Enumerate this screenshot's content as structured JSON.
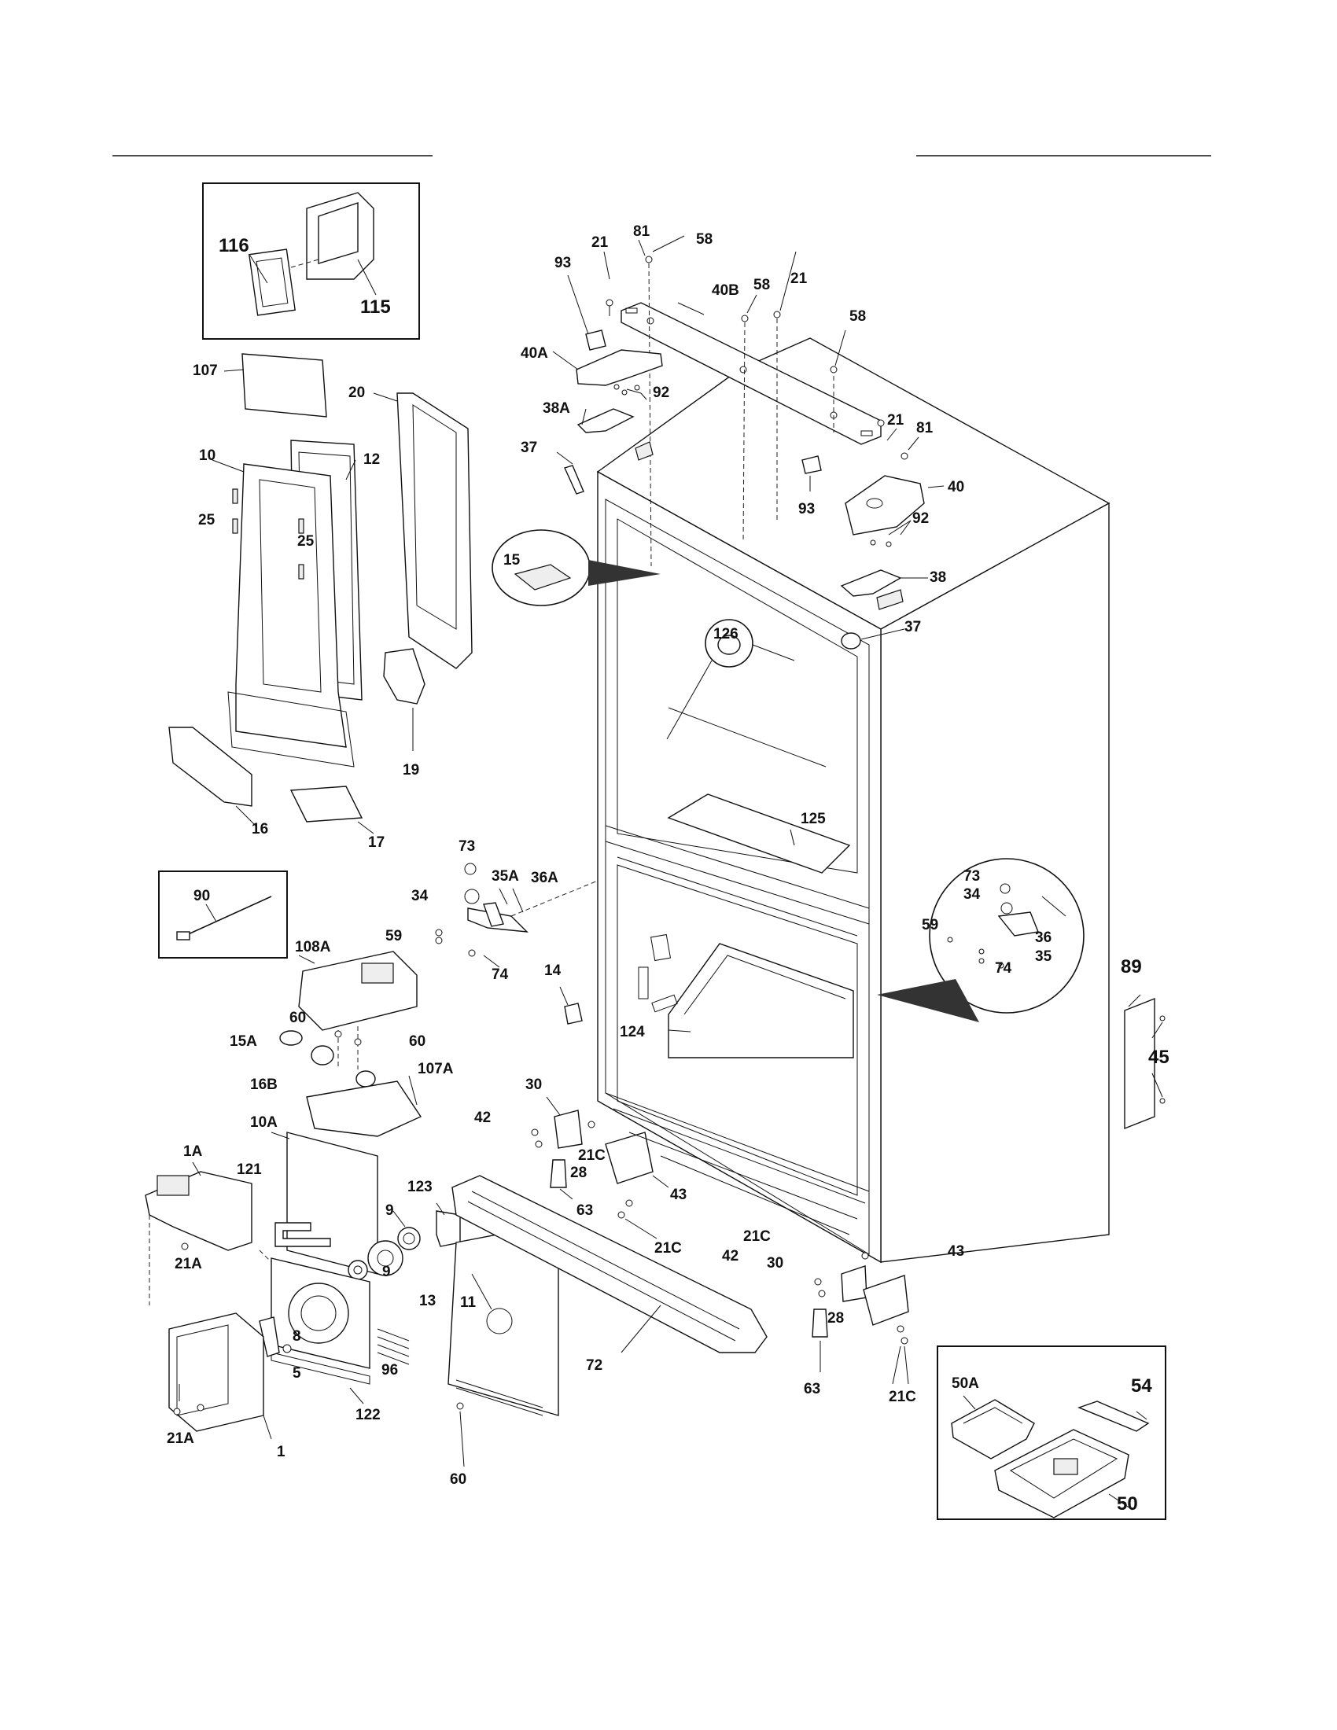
{
  "callouts": {
    "c116": "116",
    "c115": "115",
    "c107": "107",
    "c20": "20",
    "c10": "10",
    "c12": "12",
    "c25a": "25",
    "c25b": "25",
    "c19": "19",
    "c16": "16",
    "c17": "17",
    "c90": "90",
    "c108A": "108A",
    "c60a": "60",
    "c60b": "60",
    "c15A": "15A",
    "c16B": "16B",
    "c107A": "107A",
    "c1A": "1A",
    "c10A": "10A",
    "c121": "121",
    "c123": "123",
    "c9a": "9",
    "c9b": "9",
    "c13": "13",
    "c11": "11",
    "c21A_a": "21A",
    "c8": "8",
    "c5": "5",
    "c96": "96",
    "c122": "122",
    "c21A_b": "21A",
    "c1": "1",
    "c60c": "60",
    "c73a": "73",
    "c35A": "35A",
    "c36A": "36A",
    "c34a": "34",
    "c59a": "59",
    "c74a": "74",
    "c14": "14",
    "c30a": "30",
    "c42a": "42",
    "c21Ca": "21C",
    "c28a": "28",
    "c43a": "43",
    "c63a": "63",
    "c21Cb": "21C",
    "c72": "72",
    "c21a": "21",
    "c81a": "81",
    "c58a": "58",
    "c93a": "93",
    "c40B": "40B",
    "c58b": "58",
    "c21b": "21",
    "c40A": "40A",
    "c58c": "58",
    "c92a": "92",
    "c38A": "38A",
    "c21c": "21",
    "c81b": "81",
    "c37a": "37",
    "c93b": "93",
    "c40": "40",
    "c92b": "92",
    "c15": "15",
    "c38": "38",
    "c37b": "37",
    "c126": "126",
    "c125": "125",
    "c73b": "73",
    "c34b": "34",
    "c59b": "59",
    "c36": "36",
    "c35": "35",
    "c74b": "74",
    "c89": "89",
    "c45": "45",
    "c124": "124",
    "c21Cc": "21C",
    "c42b": "42",
    "c30b": "30",
    "c43b": "43",
    "c28b": "28",
    "c63b": "63",
    "c21Cd": "21C",
    "c50A": "50A",
    "c54": "54",
    "c50": "50"
  }
}
